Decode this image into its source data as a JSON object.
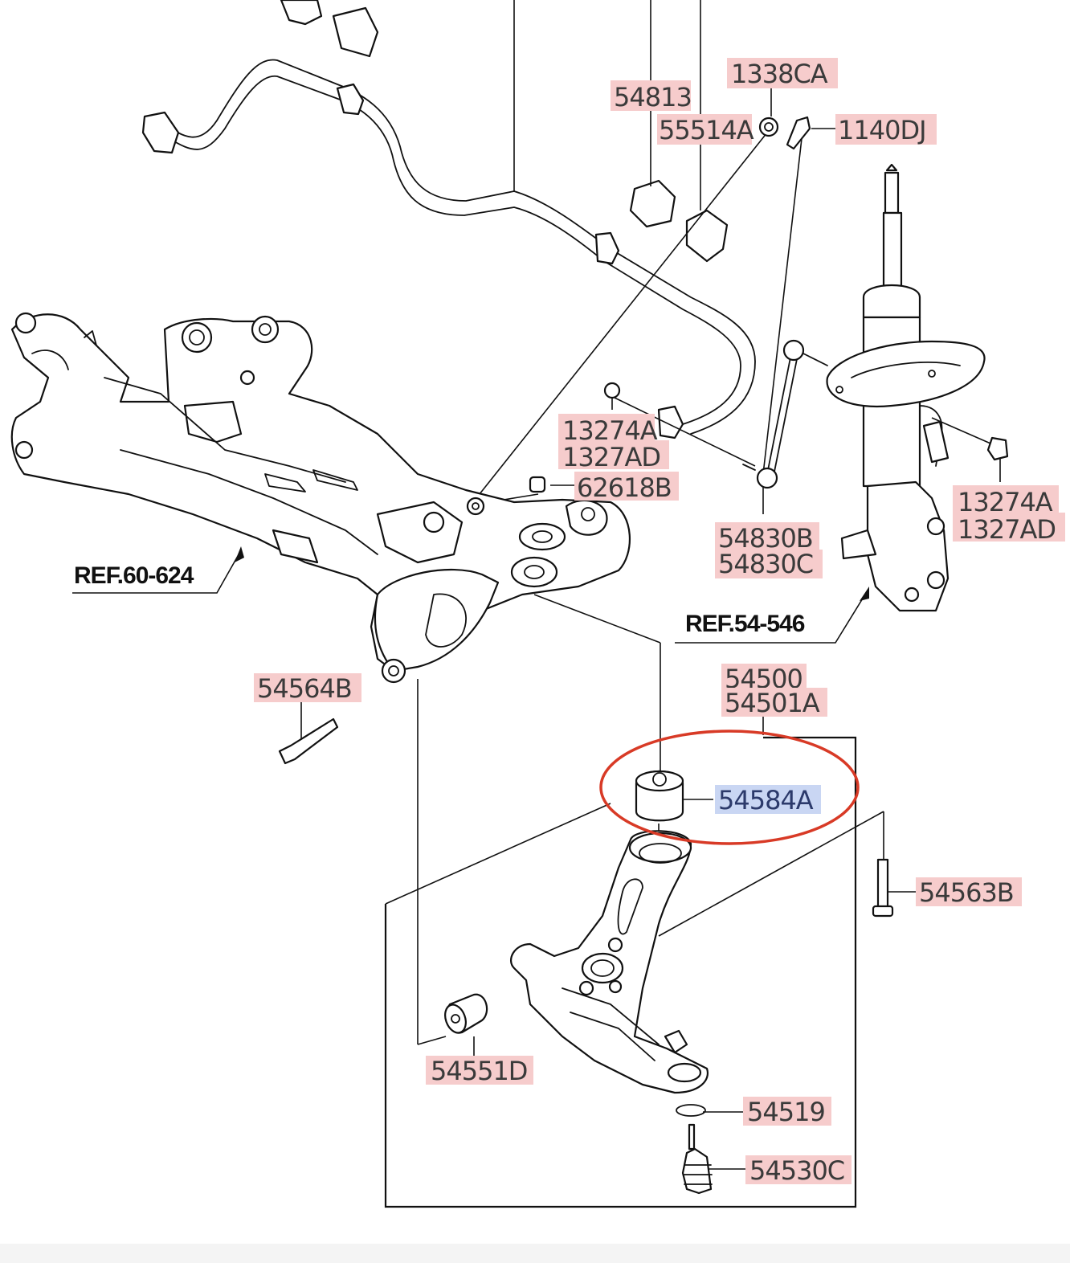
{
  "diagram": {
    "part_labels": {
      "p54813": "54813",
      "p1338CA": "1338CA",
      "p55514A": "55514A",
      "p1140DJ": "1140DJ",
      "p13274A_top": "13274A",
      "p1327AD_top": "1327AD",
      "p62618B": "62618B",
      "p54830B": "54830B",
      "p54830C": "54830C",
      "p13274A_right": "13274A",
      "p1327AD_right": "1327AD",
      "p54564B": "54564B",
      "p54500": "54500",
      "p54501A": "54501A",
      "p54584A": "54584A",
      "p54563B": "54563B",
      "p54551D": "54551D",
      "p54519": "54519",
      "p54530C": "54530C"
    },
    "references": {
      "ref_left": "REF.60-624",
      "ref_right": "REF.54-546"
    },
    "highlighted_part": "54584A",
    "colors": {
      "label_background": "#f6cccc",
      "selected_label_background": "#c9d6f3",
      "highlight_circle": "#d83a26",
      "line_art": "#111111"
    }
  }
}
